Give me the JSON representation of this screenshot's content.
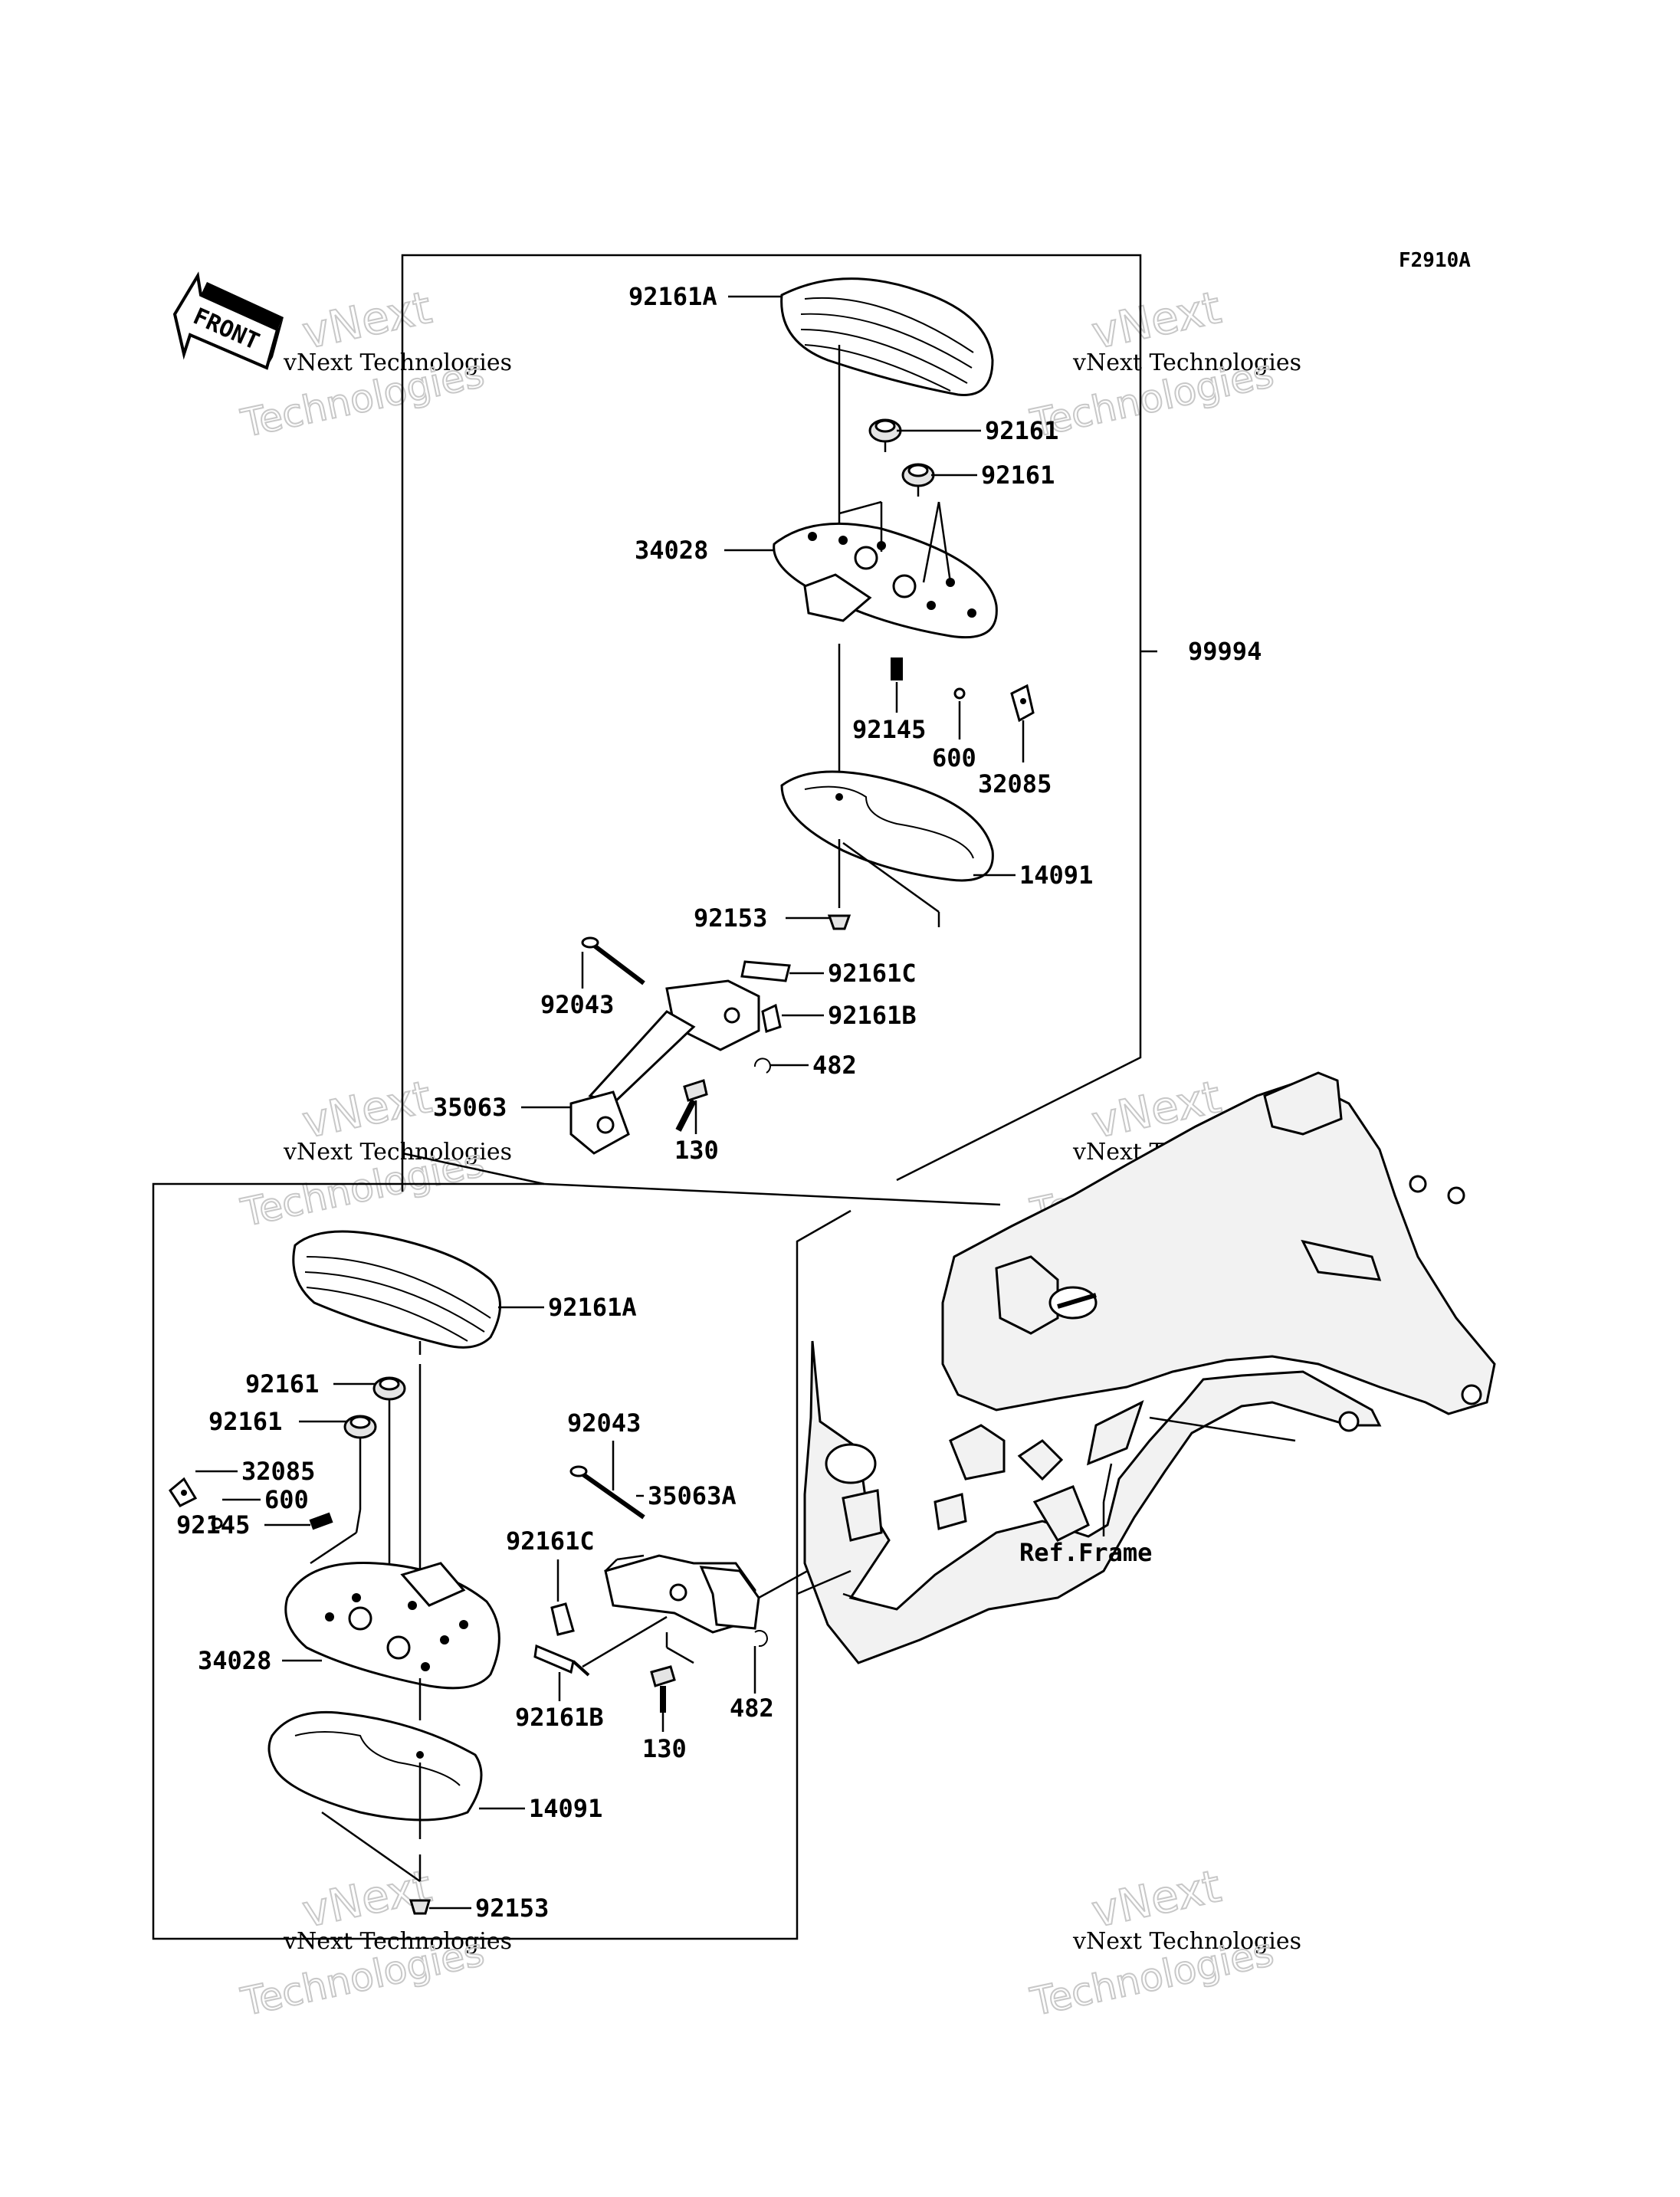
{
  "figure_code": "F2910A",
  "front_label": "FRONT",
  "watermark": {
    "line1": "vNext",
    "line2": "vNext Technologies",
    "line3": "Technologies"
  },
  "upper_assembly": {
    "labels": {
      "pad": "92161A",
      "damper_top": "92161",
      "damper_mid": "92161",
      "board": "34028",
      "kit": "99994",
      "spring": "92145",
      "ball": "600",
      "plate": "32085",
      "cover": "14091",
      "screw": "92153",
      "pin": "92043",
      "pad_c": "92161C",
      "pad_b": "92161B",
      "clip": "482",
      "bracket": "35063",
      "bolt": "130"
    }
  },
  "lower_assembly": {
    "labels": {
      "pad": "92161A",
      "damper_top": "92161",
      "damper_mid": "92161",
      "plate": "32085",
      "ball": "600",
      "spring": "92145",
      "board": "34028",
      "cover": "14091",
      "screw": "92153",
      "pin": "92043",
      "bracket": "35063A",
      "pad_c": "92161C",
      "pad_b": "92161B",
      "bolt": "130",
      "clip": "482"
    }
  },
  "ref_frame": "Ref.Frame"
}
